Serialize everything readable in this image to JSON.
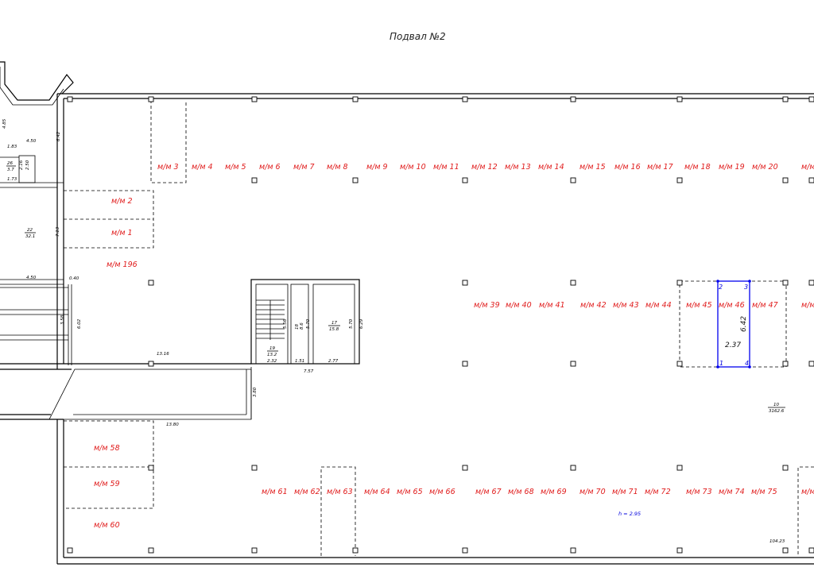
{
  "title": "Подвал №2",
  "spots_top": [
    "м/м 3",
    "м/м 4",
    "м/м 5",
    "м/м 6",
    "м/м 7",
    "м/м 8",
    "м/м 9",
    "м/м 10",
    "м/м 11",
    "м/м 12",
    "м/м 13",
    "м/м 14",
    "м/м 15",
    "м/м 16",
    "м/м 17",
    "м/м 18",
    "м/м 19",
    "м/м 20",
    "м/м"
  ],
  "spots_left": [
    "м/м 2",
    "м/м 1",
    "м/м 196"
  ],
  "spots_mid": [
    "м/м 39",
    "м/м 40",
    "м/м 41",
    "м/м 42",
    "м/м 43",
    "м/м 44",
    "м/м 45",
    "м/м 46",
    "м/м 47",
    "м/м"
  ],
  "spots_bottom_left": [
    "м/м 58",
    "м/м 59",
    "м/м 60"
  ],
  "spots_bottom": [
    "м/м 61",
    "м/м 62",
    "м/м 63",
    "м/м 64",
    "м/м 65",
    "м/м 66",
    "м/м 67",
    "м/м 68",
    "м/м 69",
    "м/м 70",
    "м/м 71",
    "м/м 72",
    "м/м 73",
    "м/м 74",
    "м/м 75",
    "м/м"
  ],
  "selection": {
    "width": "2.37",
    "length": "6.42",
    "v1": "1",
    "v2": "2",
    "v3": "3",
    "v4": "4"
  },
  "height_note": "h = 2.95",
  "rooms": [
    {
      "num": "26",
      "area": "3.7"
    },
    {
      "num": "22",
      "area": "32.1"
    },
    {
      "num": "19",
      "area": "13.2"
    },
    {
      "num": "18",
      "area": "8.6"
    },
    {
      "num": "17",
      "area": "15.8"
    },
    {
      "num": "10",
      "area": "3162.6"
    }
  ],
  "dims": [
    "4.85",
    "4.50",
    "6.42",
    "1.83",
    "2.16",
    "2.50",
    "1.73",
    "7.13",
    "4.50",
    "0.40",
    "3.58",
    "6.02",
    "13.16",
    "3.80",
    "13.80",
    "2.32",
    "1.51",
    "2.77",
    "7.57",
    "5.70",
    "5.70",
    "6.29",
    "5.56",
    "104.23"
  ]
}
